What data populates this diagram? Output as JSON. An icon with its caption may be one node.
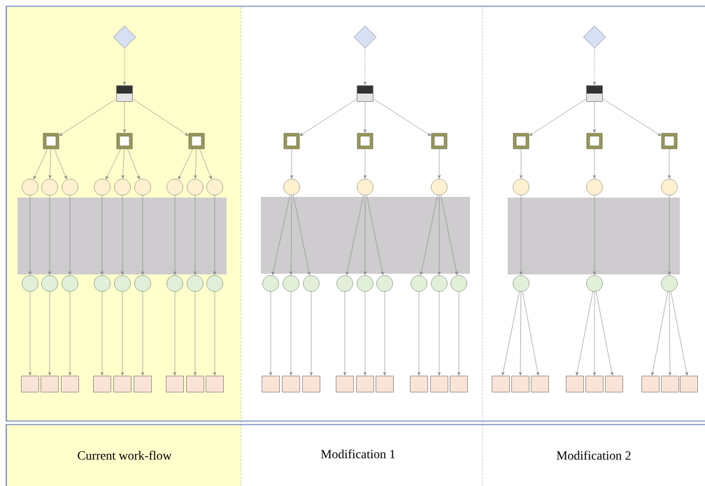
{
  "diagram": {
    "nodes": [
      {
        "text": [],
        "shape": "diamond"
      },
      {
        "text": [],
        "shape": "box"
      },
      {
        "text": [],
        "shape": "box"
      },
      {
        "text": [],
        "shape": "box"
      },
      {
        "text": [],
        "shape": "box"
      },
      {
        "text": [],
        "shape": "circle"
      },
      {
        "text": [],
        "shape": "circle"
      },
      {
        "text": [],
        "shape": "circle"
      },
      {
        "text": [],
        "shape": "circle"
      },
      {
        "text": [],
        "shape": "circle"
      },
      {
        "text": [],
        "shape": "circle"
      },
      {
        "text": [],
        "shape": "circle"
      },
      {
        "text": [],
        "shape": "circle"
      },
      {
        "text": [],
        "shape": "circle"
      },
      {
        "text": [],
        "shape": "circle"
      },
      {
        "text": [],
        "shape": "circle"
      },
      {
        "text": [],
        "shape": "circle"
      },
      {
        "text": [],
        "shape": "circle"
      },
      {
        "text": [],
        "shape": "circle"
      },
      {
        "text": [],
        "shape": "circle"
      },
      {
        "text": [],
        "shape": "circle"
      },
      {
        "text": [],
        "shape": "circle"
      },
      {
        "text": [],
        "shape": "circle"
      },
      {
        "text": [],
        "shape": "box"
      },
      {
        "text": [],
        "shape": "box"
      },
      {
        "text": [],
        "shape": "box"
      },
      {
        "text": [],
        "shape": "box"
      },
      {
        "text": [],
        "shape": "box"
      },
      {
        "text": [],
        "shape": "box"
      },
      {
        "text": [],
        "shape": "box"
      },
      {
        "text": [],
        "shape": "box"
      },
      {
        "text": [],
        "shape": "box"
      },
      {
        "text": [],
        "shape": "diamond"
      },
      {
        "text": [],
        "shape": "box"
      },
      {
        "text": [],
        "shape": "box"
      },
      {
        "text": [],
        "shape": "box"
      },
      {
        "text": [],
        "shape": "box"
      },
      {
        "text": [],
        "shape": "circle"
      },
      {
        "text": [],
        "shape": "circle"
      },
      {
        "text": [],
        "shape": "circle"
      },
      {
        "text": [],
        "shape": "circle"
      },
      {
        "text": [],
        "shape": "circle"
      },
      {
        "text": [],
        "shape": "circle"
      },
      {
        "text": [],
        "shape": "circle"
      },
      {
        "text": [],
        "shape": "circle"
      },
      {
        "text": [],
        "shape": "circle"
      },
      {
        "text": [],
        "shape": "circle"
      },
      {
        "text": [],
        "shape": "circle"
      },
      {
        "text": [],
        "shape": "circle"
      },
      {
        "text": [],
        "shape": "box"
      },
      {
        "text": [],
        "shape": "box"
      },
      {
        "text": [],
        "shape": "box"
      },
      {
        "text": [],
        "shape": "box"
      },
      {
        "text": [],
        "shape": "box"
      },
      {
        "text": [],
        "shape": "box"
      },
      {
        "text": [],
        "shape": "box"
      },
      {
        "text": [],
        "shape": "box"
      },
      {
        "text": [],
        "shape": "box"
      },
      {
        "text": [],
        "shape": "diamond"
      },
      {
        "text": [],
        "shape": "box"
      },
      {
        "text": [],
        "shape": "box"
      },
      {
        "text": [],
        "shape": "box"
      },
      {
        "text": [],
        "shape": "box"
      },
      {
        "text": [],
        "shape": "circle"
      },
      {
        "text": [],
        "shape": "circle"
      },
      {
        "text": [],
        "shape": "circle"
      },
      {
        "text": [],
        "shape": "circle"
      },
      {
        "text": [],
        "shape": "circle"
      },
      {
        "text": [],
        "shape": "circle"
      },
      {
        "text": [],
        "shape": "box"
      },
      {
        "text": [],
        "shape": "box"
      },
      {
        "text": [],
        "shape": "box"
      },
      {
        "text": [],
        "shape": "box"
      },
      {
        "text": [],
        "shape": "box"
      },
      {
        "text": [],
        "shape": "box"
      },
      {
        "text": [],
        "shape": "box"
      },
      {
        "text": [],
        "shape": "box"
      },
      {
        "text": [],
        "shape": "box"
      }
    ],
    "edges": [
      {
        "from": 0,
        "to": 1,
        "arrow": "to",
        "style": "dashed"
      },
      {
        "from": 1,
        "to": 2,
        "arrow": "to"
      },
      {
        "from": 1,
        "to": 3,
        "arrow": "to"
      },
      {
        "from": 1,
        "to": 4,
        "arrow": "to"
      },
      {
        "from": 2,
        "to": 5,
        "arrow": "to"
      },
      {
        "from": 2,
        "to": 6,
        "arrow": "to"
      },
      {
        "from": 2,
        "to": 7,
        "arrow": "to"
      },
      {
        "from": 3,
        "to": 8,
        "arrow": "to"
      },
      {
        "from": 3,
        "to": 9,
        "arrow": "to"
      },
      {
        "from": 3,
        "to": 10,
        "arrow": "to"
      },
      {
        "from": 4,
        "to": 11,
        "arrow": "to"
      },
      {
        "from": 4,
        "to": 12,
        "arrow": "to"
      },
      {
        "from": 4,
        "to": 13,
        "arrow": "to"
      },
      {
        "from": 5,
        "to": 14,
        "arrow": "to"
      },
      {
        "from": 6,
        "to": 15,
        "arrow": "to"
      },
      {
        "from": 7,
        "to": 16,
        "arrow": "to"
      },
      {
        "from": 8,
        "to": 17,
        "arrow": "to"
      },
      {
        "from": 9,
        "to": 18,
        "arrow": "to"
      },
      {
        "from": 10,
        "to": 19,
        "arrow": "to"
      },
      {
        "from": 11,
        "to": 20,
        "arrow": "to"
      },
      {
        "from": 12,
        "to": 21,
        "arrow": "to"
      },
      {
        "from": 13,
        "to": 22,
        "arrow": "to"
      },
      {
        "from": 14,
        "to": 23,
        "arrow": "to"
      },
      {
        "from": 15,
        "to": 24,
        "arrow": "to"
      },
      {
        "from": 16,
        "to": 25,
        "arrow": "to"
      },
      {
        "from": 17,
        "to": 26,
        "arrow": "to"
      },
      {
        "from": 18,
        "to": 27,
        "arrow": "to"
      },
      {
        "from": 19,
        "to": 28,
        "arrow": "to"
      },
      {
        "from": 20,
        "to": 29,
        "arrow": "to"
      },
      {
        "from": 21,
        "to": 30,
        "arrow": "to"
      },
      {
        "from": 22,
        "to": 31,
        "arrow": "to"
      },
      {
        "from": 32,
        "to": 33,
        "arrow": "to",
        "style": "dashed"
      },
      {
        "from": 33,
        "to": 34,
        "arrow": "to"
      },
      {
        "from": 33,
        "to": 35,
        "arrow": "to"
      },
      {
        "from": 33,
        "to": 36,
        "arrow": "to"
      },
      {
        "from": 34,
        "to": 37,
        "arrow": "to"
      },
      {
        "from": 35,
        "to": 38,
        "arrow": "to"
      },
      {
        "from": 36,
        "to": 39,
        "arrow": "to"
      },
      {
        "from": 37,
        "to": 40,
        "arrow": "to"
      },
      {
        "from": 37,
        "to": 41,
        "arrow": "to"
      },
      {
        "from": 37,
        "to": 42,
        "arrow": "to"
      },
      {
        "from": 38,
        "to": 43,
        "arrow": "to"
      },
      {
        "from": 38,
        "to": 44,
        "arrow": "to"
      },
      {
        "from": 38,
        "to": 45,
        "arrow": "to"
      },
      {
        "from": 39,
        "to": 46,
        "arrow": "to"
      },
      {
        "from": 39,
        "to": 47,
        "arrow": "to"
      },
      {
        "from": 39,
        "to": 48,
        "arrow": "to"
      },
      {
        "from": 40,
        "to": 49,
        "arrow": "to"
      },
      {
        "from": 41,
        "to": 50,
        "arrow": "to"
      },
      {
        "from": 42,
        "to": 51,
        "arrow": "to"
      },
      {
        "from": 43,
        "to": 52,
        "arrow": "to"
      },
      {
        "from": 44,
        "to": 53,
        "arrow": "to"
      },
      {
        "from": 45,
        "to": 54,
        "arrow": "to"
      },
      {
        "from": 46,
        "to": 55,
        "arrow": "to"
      },
      {
        "from": 47,
        "to": 56,
        "arrow": "to"
      },
      {
        "from": 48,
        "to": 57,
        "arrow": "to"
      },
      {
        "from": 58,
        "to": 59,
        "arrow": "to",
        "style": "dashed"
      },
      {
        "from": 59,
        "to": 60,
        "arrow": "to"
      },
      {
        "from": 59,
        "to": 61,
        "arrow": "to"
      },
      {
        "from": 59,
        "to": 62,
        "arrow": "to"
      },
      {
        "from": 60,
        "to": 63,
        "arrow": "to"
      },
      {
        "from": 61,
        "to": 64,
        "arrow": "to"
      },
      {
        "from": 62,
        "to": 65,
        "arrow": "to"
      },
      {
        "from": 63,
        "to": 66,
        "arrow": "to"
      },
      {
        "from": 64,
        "to": 67,
        "arrow": "to"
      },
      {
        "from": 65,
        "to": 68,
        "arrow": "to"
      },
      {
        "from": 66,
        "to": 69,
        "arrow": "to"
      },
      {
        "from": 66,
        "to": 70,
        "arrow": "to"
      },
      {
        "from": 66,
        "to": 71,
        "arrow": "to"
      },
      {
        "from": 67,
        "to": 72,
        "arrow": "to"
      },
      {
        "from": 67,
        "to": 73,
        "arrow": "to"
      },
      {
        "from": 67,
        "to": 74,
        "arrow": "to"
      },
      {
        "from": 68,
        "to": 75,
        "arrow": "to"
      },
      {
        "from": 68,
        "to": 76,
        "arrow": "to"
      },
      {
        "from": 68,
        "to": 77,
        "arrow": "to"
      }
    ],
    "labels": [
      "Current work-flow",
      "Modification 1",
      "Modification 2"
    ]
  }
}
